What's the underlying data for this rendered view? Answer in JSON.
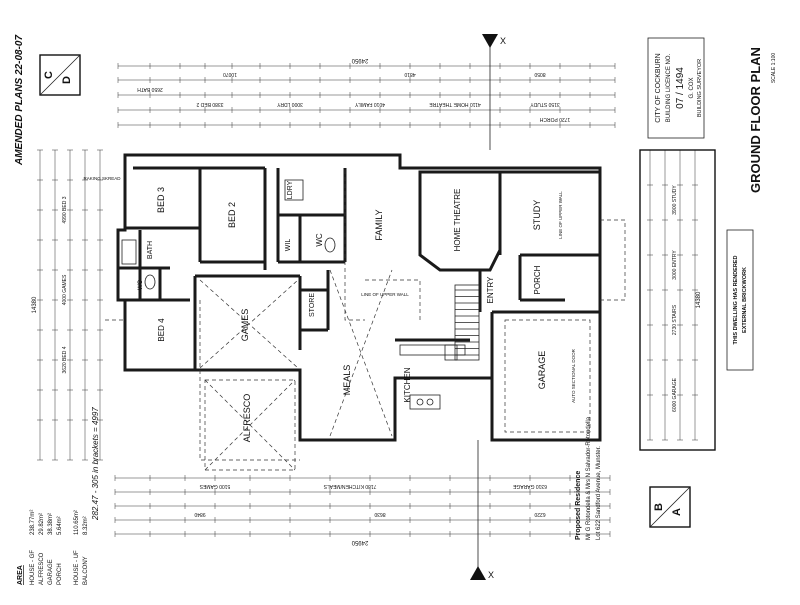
{
  "title_block": {
    "title": "GROUND FLOOR PLAN",
    "scale": "SCALE 1:100",
    "council_stamp": [
      "CITY OF COCKBURN",
      "BUILDING LICENCE NO.",
      "07 / 1494",
      "G. COX",
      "BUILDING SURVEYOR"
    ]
  },
  "amended": "AMENDED PLANS 22-08-07",
  "revisions_top": [
    "C",
    "D"
  ],
  "revisions_bottom": [
    "B",
    "A"
  ],
  "brick_note": [
    "THIS DWELLING HAS RENDERED",
    "EXTERNAL BRICKWORK"
  ],
  "project": {
    "heading": "Proposed Residence",
    "owners": "Mr G Rotondella & Mrs N Salvador-Rotondella",
    "address": "Lot 622 Sandford Avenue, Munster."
  },
  "area": {
    "heading": "AREA",
    "rows": [
      {
        "label": "HOUSE - GF",
        "value": "238.77m²"
      },
      {
        "label": "ALFRESCO",
        "value": "29.82m²"
      },
      {
        "label": "GARAGE",
        "value": "38.38m²"
      },
      {
        "label": "PORCH",
        "value": "5.64m²"
      },
      {
        "label": "HOUSE - UF",
        "value": "110.65m²"
      },
      {
        "label": "BALCONY",
        "value": "8.32m²"
      }
    ],
    "handwritten": "282.47 - 305 in brackets = 4997"
  },
  "rooms": {
    "bed3": "BED 3",
    "bed2": "BED 2",
    "bath": "BATH",
    "wc1": "WC",
    "ldry": "LDRY",
    "wil": "WIL",
    "wc2": "WC",
    "family": "FAMILY",
    "theatre": "HOME THEATRE",
    "study": "STUDY",
    "porch": "PORCH",
    "entry": "ENTRY",
    "bed4": "BED 4",
    "games": "GAMES",
    "store": "STORE",
    "meals": "MEALS",
    "kitchen": "KITCHEN",
    "garage": "GARAGE",
    "alfresco": "ALFRESCO"
  },
  "notes": {
    "upper_wall": "LINE OF UPPER WALL",
    "sectional_door": "AUTO SECTIONAL DOOR",
    "raking": "RAKING SKREAD",
    "x_mark": "X"
  },
  "dimensions": {
    "top_overall": "24950",
    "top_main": [
      "10070",
      "4810",
      "8050"
    ],
    "top_rooms": [
      "2650 BATH",
      "3380 BED 2",
      "3000 LDRY",
      "4010 FAMILY",
      "4110 HOME THEATRE",
      "3150 STUDY",
      "1720 PORCH"
    ],
    "bottom_overall": "24950",
    "bottom_main": [
      "5100 GAMES",
      "7180 KITCHEN/MEALS",
      "6310 GARAGE"
    ],
    "bottom_sub": [
      "9840",
      "8630",
      "6220"
    ],
    "left_overall": "14380",
    "left_rooms": [
      "4990 BED 3",
      "4000 GAMES",
      "3620 BED 4"
    ],
    "right_overall": "14380",
    "right_rooms": [
      "3900 STUDY",
      "3000 ENTRY",
      "2730 STAIRS",
      "6000 GARAGE"
    ]
  }
}
